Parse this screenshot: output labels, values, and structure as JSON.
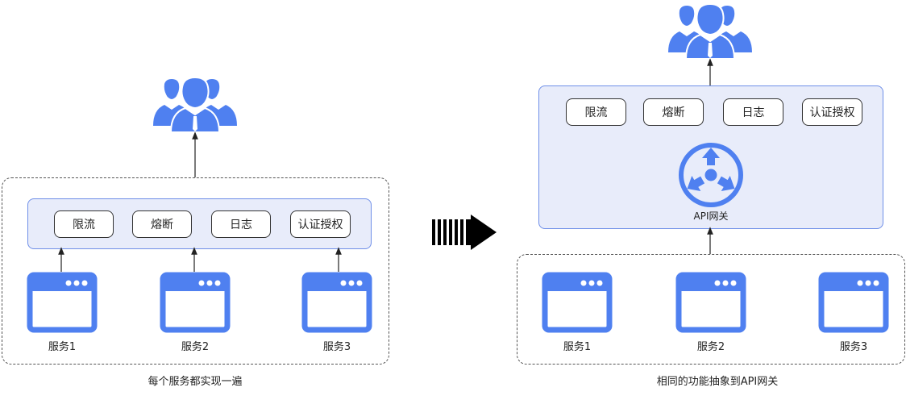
{
  "left": {
    "features": [
      "限流",
      "熔断",
      "日志",
      "认证授权"
    ],
    "services": [
      "服务1",
      "服务2",
      "服务3"
    ],
    "caption": "每个服务都实现一遍"
  },
  "right": {
    "features": [
      "限流",
      "熔断",
      "日志",
      "认证授权"
    ],
    "gateway_label": "API网关",
    "services": [
      "服务1",
      "服务2",
      "服务3"
    ],
    "caption": "相同的功能抽象到API网关"
  },
  "colors": {
    "accent": "#4f80f0",
    "panel": "#e8ecfa",
    "panel_border": "#6f8fe8"
  },
  "icons": {
    "users": "users-group-icon",
    "service": "browser-window-icon",
    "gateway": "api-gateway-icon",
    "transition": "striped-arrow-icon"
  }
}
